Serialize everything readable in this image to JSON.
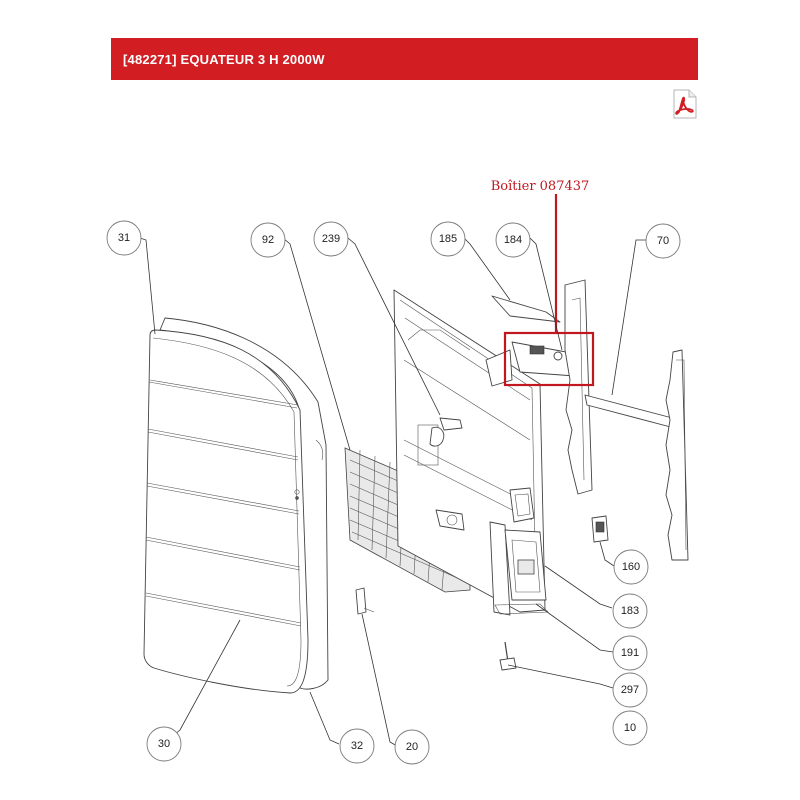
{
  "header": {
    "title": "[482271] EQUATEUR 3 H 2000W"
  },
  "pdf_icon": {
    "name": "pdf-icon",
    "color": "#d21e23"
  },
  "highlight": {
    "label": "Boîtier 087437",
    "color": "#c0181e"
  },
  "callouts": [
    {
      "id": "31",
      "text": "31"
    },
    {
      "id": "92",
      "text": "92"
    },
    {
      "id": "239",
      "text": "239"
    },
    {
      "id": "185",
      "text": "185"
    },
    {
      "id": "184",
      "text": "184"
    },
    {
      "id": "70",
      "text": "70"
    },
    {
      "id": "160",
      "text": "160"
    },
    {
      "id": "183",
      "text": "183"
    },
    {
      "id": "191",
      "text": "191"
    },
    {
      "id": "297",
      "text": "297"
    },
    {
      "id": "10",
      "text": "10"
    },
    {
      "id": "30",
      "text": "30"
    },
    {
      "id": "32",
      "text": "32"
    },
    {
      "id": "20",
      "text": "20"
    }
  ],
  "colors": {
    "header_bg": "#d21e23",
    "header_text": "#ffffff",
    "line": "#333333"
  }
}
